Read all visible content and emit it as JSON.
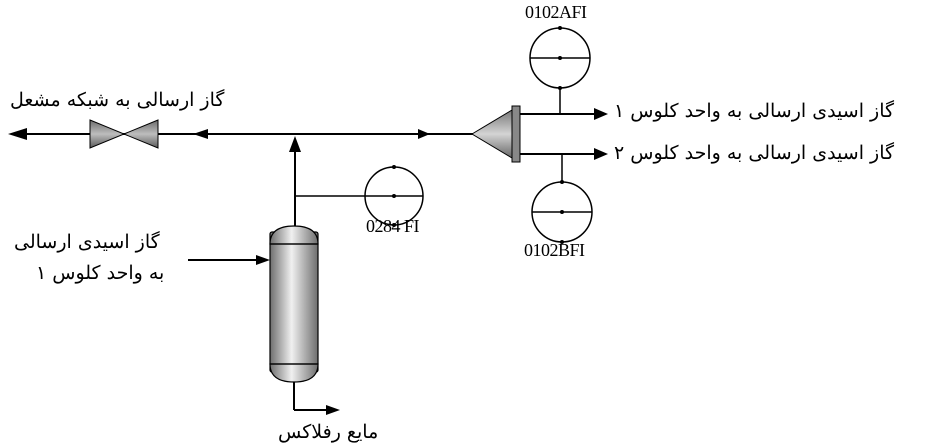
{
  "labels": {
    "flare_gas": "گاز ارسالی به شبکه مشعل",
    "acid_gas_to_claus_1": "گاز اسیدی ارسالی به واحد کلوس ۱",
    "acid_gas_to_claus_2": "گاز اسیدی ارسالی به واحد کلوس ۲",
    "acid_gas_inlet_line1": "گاز اسیدی ارسالی",
    "acid_gas_inlet_line2": "به واحد کلوس ۱",
    "reflux_liquid": "مایع رفلاکس"
  },
  "instruments": {
    "fi_0102a": "0102AFI",
    "fi_0102b": "0102BFI",
    "fi_0284": "0284 FI"
  }
}
